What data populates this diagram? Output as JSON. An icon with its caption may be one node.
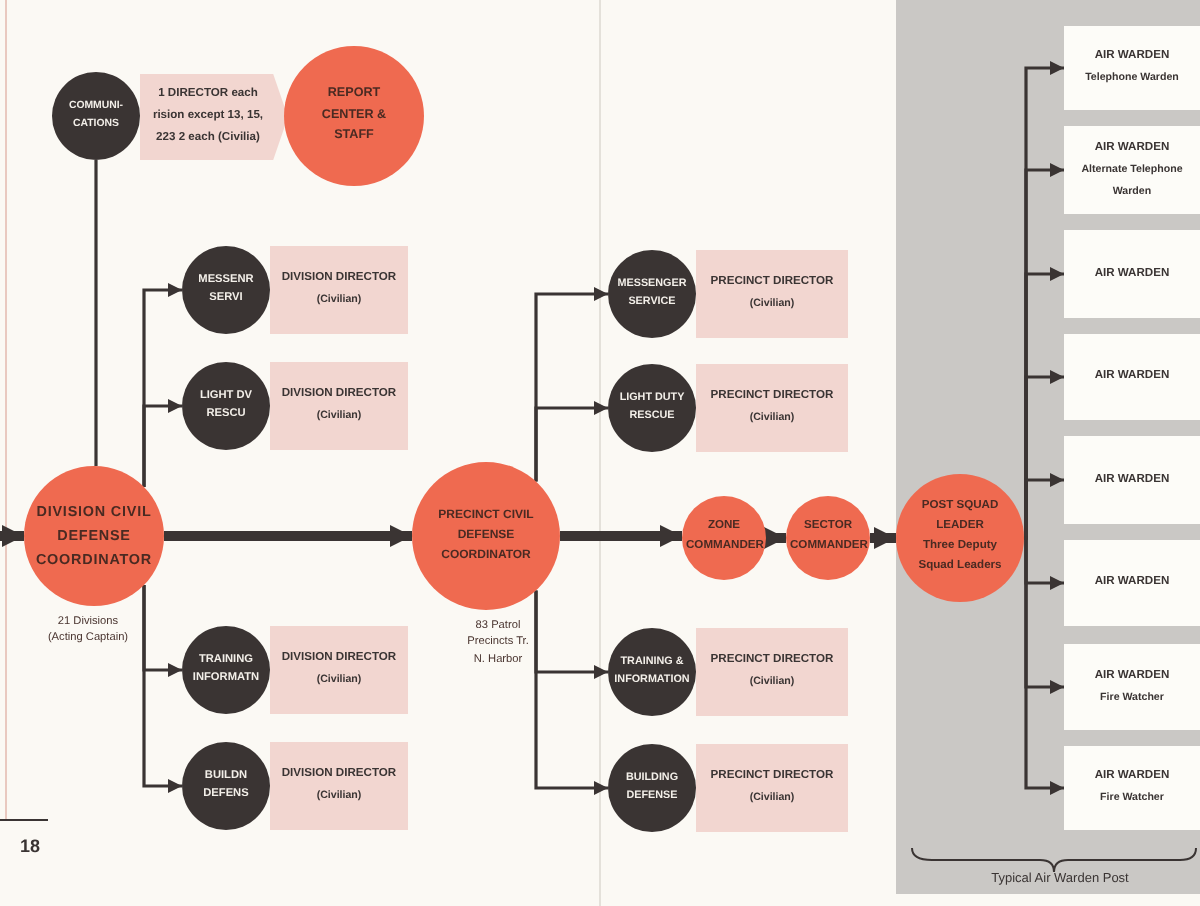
{
  "diagram": {
    "nodes": [
      {
        "text": [
          "COMMUNI- CATIONS"
        ]
      },
      {
        "text": [
          "1 DIRECTOR each rision except 13, 15, 223 2 each (Civilia)"
        ]
      },
      {
        "text": [
          "REPORT CENTER & STAFF"
        ]
      },
      {
        "text": [
          "MESSENR SERVI"
        ]
      },
      {
        "text": [
          "DIVISION DIRECTOR",
          "(Civilian)"
        ]
      },
      {
        "text": [
          "LIGHT DV RESCU"
        ]
      },
      {
        "text": [
          "DIVISION DIRECTOR",
          "(Civilian)"
        ]
      },
      {
        "text": [
          "DIVISION CIVIL DEFENSE COORDINATOR"
        ],
        "beside": [
          "21 Divisions (Acting Captain)"
        ]
      },
      {
        "text": [
          "TRAINING INFORMATN"
        ]
      },
      {
        "text": [
          "DIVISION DIRECTOR",
          "(Civilian)"
        ]
      },
      {
        "text": [
          "BUILDN DEFENS"
        ]
      },
      {
        "text": [
          "DIVISION DIRECTOR",
          "(Civilian)"
        ]
      },
      {
        "text": [
          "PRECINCT CIVIL DEFENSE COORDINATOR"
        ],
        "beside": [
          "83 Patrol Precincts Tr. N. Harbor"
        ]
      },
      {
        "text": [
          "MESSENGER SERVICE"
        ]
      },
      {
        "text": [
          "PRECINCT DIRECTOR",
          "(Civilian)"
        ]
      },
      {
        "text": [
          "LIGHT DUTY RESCUE"
        ]
      },
      {
        "text": [
          "PRECINCT DIRECTOR",
          "(Civilian)"
        ]
      },
      {
        "text": [
          "TRAINING & INFORMATION"
        ]
      },
      {
        "text": [
          "PRECINCT DIRECTOR",
          "(Civilian)"
        ]
      },
      {
        "text": [
          "BUILDING DEFENSE"
        ]
      },
      {
        "text": [
          "PRECINCT DIRECTOR",
          "(Civilian)"
        ]
      },
      {
        "text": [
          "ZONE COMMANDER"
        ]
      },
      {
        "text": [
          "SECTOR COMMANDER"
        ]
      },
      {
        "text": [
          "POST SQUAD LEADER",
          "Three Deputy Squad Leaders"
        ]
      },
      {
        "text": [
          "AIR WARDEN",
          "Telephone Warden"
        ]
      },
      {
        "text": [
          "AIR WARDEN",
          "Alternate Telephone Warden"
        ]
      },
      {
        "text": [
          "AIR WARDEN"
        ]
      },
      {
        "text": [
          "AIR WARDEN"
        ]
      },
      {
        "text": [
          "AIR WARDEN"
        ]
      },
      {
        "text": [
          "AIR WARDEN"
        ]
      },
      {
        "text": [
          "AIR WARDEN",
          "Fire Watcher"
        ]
      },
      {
        "text": [
          "AIR WARDEN",
          "Fire Watcher"
        ]
      }
    ],
    "edges": [
      {
        "from": null,
        "to": 7,
        "arrow": "to",
        "style": "thick"
      },
      {
        "from": 7,
        "to": 0,
        "arrow": "none"
      },
      {
        "from": 7,
        "to": 3,
        "arrow": "to"
      },
      {
        "from": 7,
        "to": 5,
        "arrow": "to"
      },
      {
        "from": 7,
        "to": 8,
        "arrow": "to"
      },
      {
        "from": 7,
        "to": 10,
        "arrow": "to"
      },
      {
        "from": 7,
        "to": 12,
        "arrow": "to",
        "style": "thick"
      },
      {
        "from": 12,
        "to": 13,
        "arrow": "to"
      },
      {
        "from": 12,
        "to": 15,
        "arrow": "to"
      },
      {
        "from": 12,
        "to": 17,
        "arrow": "to"
      },
      {
        "from": 12,
        "to": 19,
        "arrow": "to"
      },
      {
        "from": 12,
        "to": 21,
        "arrow": "to",
        "style": "thick"
      },
      {
        "from": 21,
        "to": 22,
        "arrow": "to",
        "style": "thick"
      },
      {
        "from": 22,
        "to": 23,
        "arrow": "to",
        "style": "thick"
      },
      {
        "from": 23,
        "to": 24,
        "arrow": "to"
      },
      {
        "from": 23,
        "to": 25,
        "arrow": "to"
      },
      {
        "from": 23,
        "to": 26,
        "arrow": "to"
      },
      {
        "from": 23,
        "to": 27,
        "arrow": "to"
      },
      {
        "from": 23,
        "to": 28,
        "arrow": "to"
      },
      {
        "from": 23,
        "to": 29,
        "arrow": "to"
      },
      {
        "from": 23,
        "to": 30,
        "arrow": "to"
      },
      {
        "from": 23,
        "to": 31,
        "arrow": "to"
      }
    ],
    "labels": [
      "18",
      "Typical Air Warden Post"
    ]
  }
}
